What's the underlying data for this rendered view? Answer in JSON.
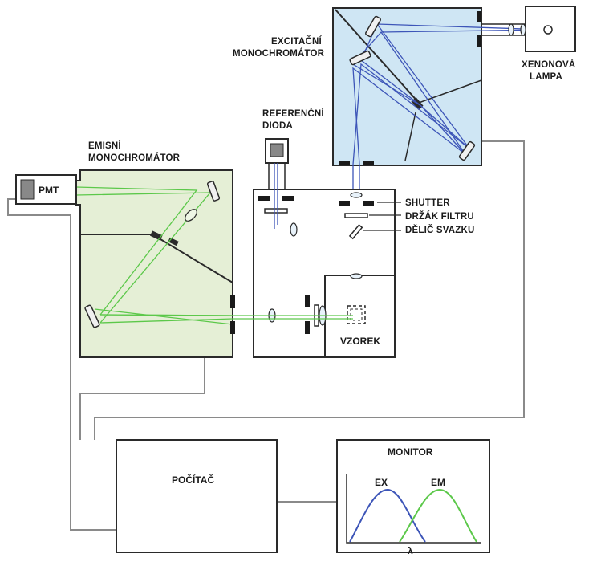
{
  "labels": {
    "excitation_mono_line1": "EXCITAČNÍ",
    "excitation_mono_line2": "MONOCHROMÁTOR",
    "xenon_lamp_line1": "XENONOVÁ",
    "xenon_lamp_line2": "LAMPA",
    "reference_diode_line1": "REFERENČNÍ",
    "reference_diode_line2": "DIODA",
    "emission_mono_line1": "EMISNÍ",
    "emission_mono_line2": "MONOCHROMÁTOR",
    "pmt": "PMT",
    "shutter": "SHUTTER",
    "filter_holder": "DRŽÁK FILTRU",
    "beam_splitter": "DĚLIČ SVAZKU",
    "sample": "VZOREK",
    "computer": "POČÍTAČ",
    "monitor": "MONITOR",
    "ex_curve": "EX",
    "em_curve": "EM",
    "wavelength_axis": "λ"
  },
  "colors": {
    "excitation_fill": "#cfe6f4",
    "emission_fill": "#e5efd6",
    "excitation_beam": "#3d55b8",
    "emission_beam": "#5cc84a",
    "frame": "#2a2a2a",
    "cable": "#8a8a8a"
  }
}
